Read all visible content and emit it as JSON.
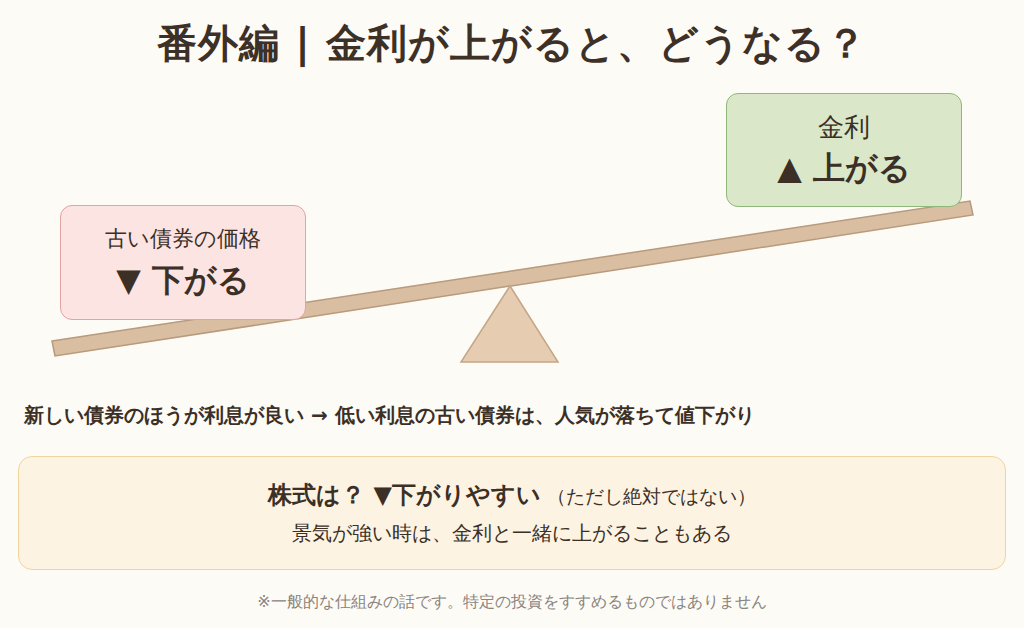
{
  "diagram": {
    "title": "番外編 | 金利が上がると、どうなる？",
    "caption": "※一般的な仕組みの話です。特定の投資をすすめるものではありません",
    "nodes": [
      {
        "text": [
          "金利",
          "▲ 上がる"
        ]
      },
      {
        "text": [
          "古い債券の価格",
          "▼ 下がる"
        ]
      },
      {
        "text": [
          "株式は？ ▼下がりやすい",
          "（ただし絶対ではない）",
          "景気が強い時は、金利と一緒に上がることもある"
        ]
      }
    ],
    "labels": [
      "新しい債券のほうが利息が良い → 低い利息の古い債券は、人気が落ちて値下がり"
    ]
  }
}
